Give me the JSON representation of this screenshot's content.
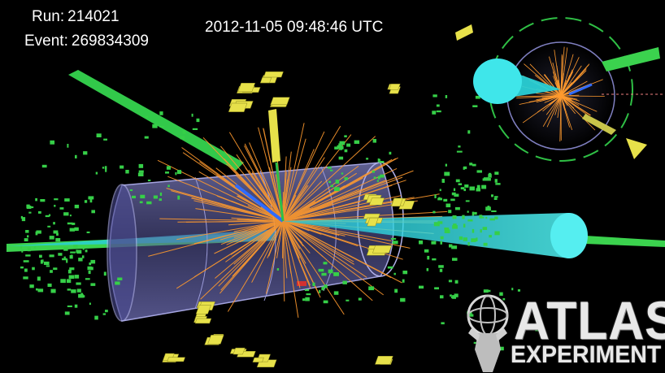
{
  "header": {
    "run_label": "Run:",
    "run_number": "214021",
    "event_label": "Event:",
    "event_number": "269834309",
    "timestamp": "2012-11-05 09:48:46 UTC"
  },
  "logo": {
    "word": "ATLAS",
    "subtitle": "EXPERIMENT"
  },
  "colors": {
    "background": "#000000",
    "track": "#ff9a2e",
    "muon": "#39d353",
    "jet": "#2fe0e0",
    "cell": "#e8e34a",
    "detector": "#8a86c8"
  },
  "icons": {
    "logo_figure": "atlas-titan-globe-icon"
  }
}
